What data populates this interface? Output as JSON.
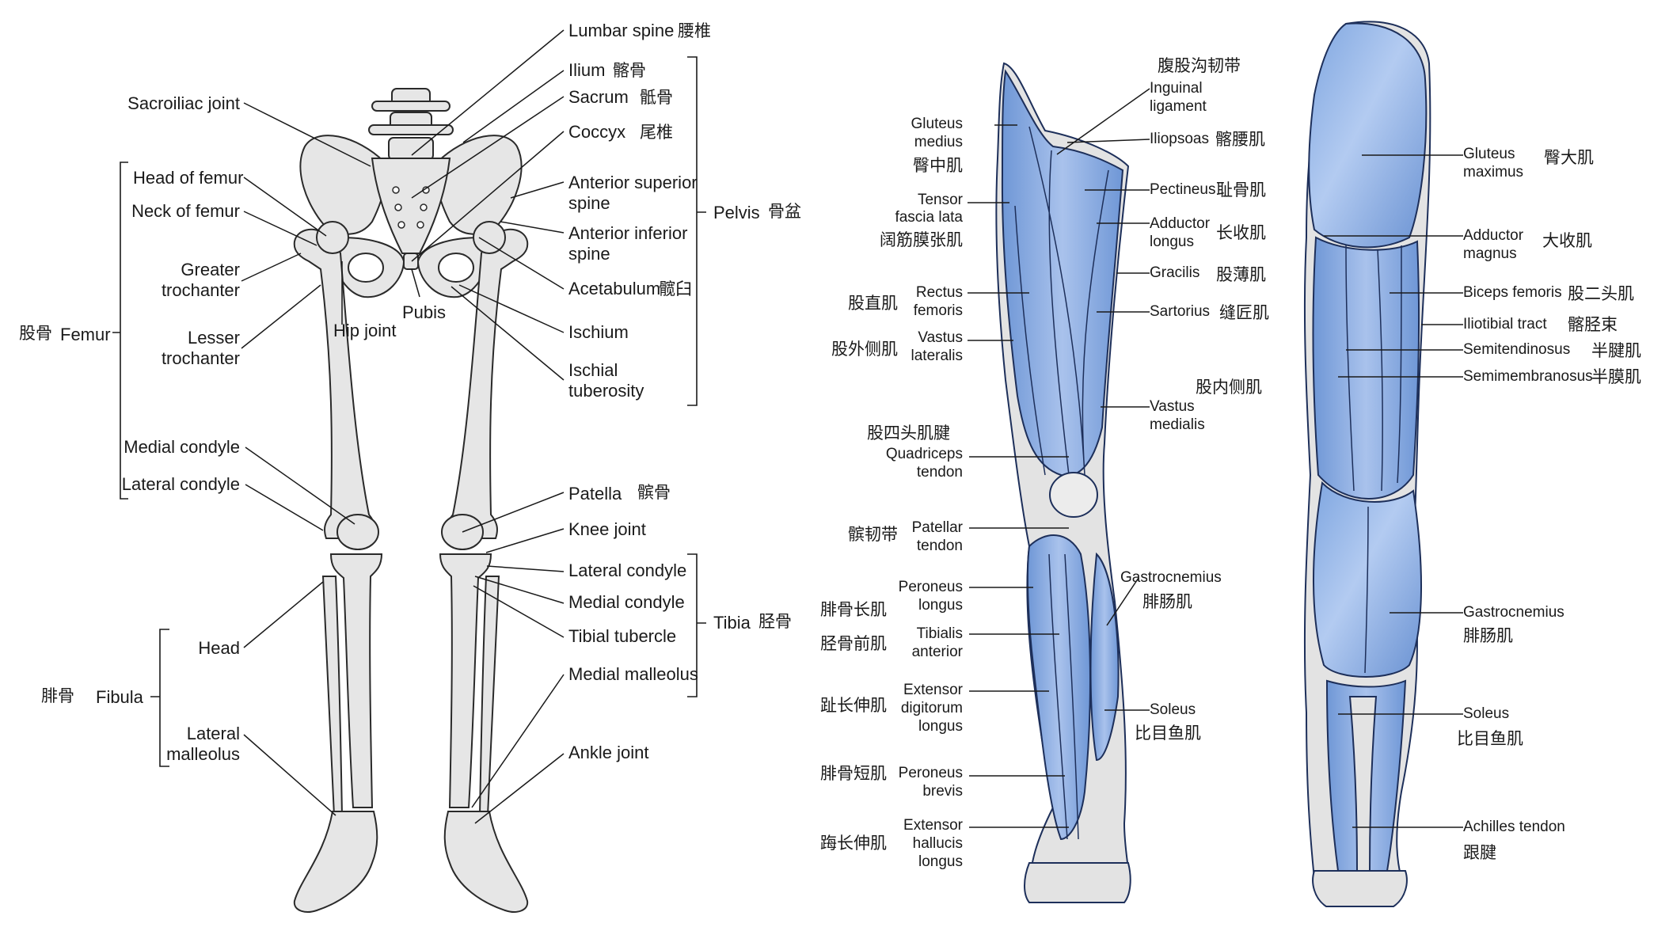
{
  "colors": {
    "bone_fill": "#e6e6e6",
    "bone_stroke": "#2a2a2a",
    "muscle_fill": "#7fa6e0",
    "muscle_highlight": "#b9cdf0",
    "muscle_stroke": "#1d2f5a",
    "tendon_fill": "#e3e3e3",
    "leader_line": "#1a1a1a"
  },
  "skeleton": {
    "left": {
      "sacroiliac_joint": "Sacroiliac joint",
      "head_of_femur": "Head of femur",
      "neck_of_femur": "Neck of femur",
      "greater_trochanter": [
        "Greater",
        "trochanter"
      ],
      "lesser_trochanter": [
        "Lesser",
        "trochanter"
      ],
      "hip_joint": "Hip joint",
      "pubis": "Pubis",
      "femur_zh": "股骨",
      "femur": "Femur",
      "medial_condyle": "Medial condyle",
      "lateral_condyle": "Lateral condyle",
      "head": "Head",
      "fibula_zh": "腓骨",
      "fibula": "Fibula",
      "lateral_malleolus": [
        "Lateral",
        "malleolus"
      ]
    },
    "right": {
      "lumbar_spine": "Lumbar spine",
      "lumbar_spine_zh": "腰椎",
      "ilium": "Ilium",
      "ilium_zh": "髂骨",
      "sacrum": "Sacrum",
      "sacrum_zh": "骶骨",
      "coccyx": "Coccyx",
      "coccyx_zh": "尾椎",
      "asis": [
        "Anterior superior",
        "spine"
      ],
      "aiis": [
        "Anterior inferior",
        "spine"
      ],
      "acetabulum": "Acetabulum",
      "acetabulum_zh": "髋臼",
      "ischium": "Ischium",
      "ischial_tuberosity": [
        "Ischial",
        "tuberosity"
      ],
      "pelvis": "Pelvis",
      "pelvis_zh": "骨盆",
      "patella": "Patella",
      "patella_zh": "髌骨",
      "knee_joint": "Knee joint",
      "lateral_condyle": "Lateral condyle",
      "medial_condyle": "Medial condyle",
      "tibial_tubercle": "Tibial tubercle",
      "medial_malleolus": "Medial malleolus",
      "tibia": "Tibia",
      "tibia_zh": "胫骨",
      "ankle_joint": "Ankle joint"
    }
  },
  "anterior_muscles": {
    "left": {
      "gluteus_medius": [
        "Gluteus",
        "medius"
      ],
      "gluteus_medius_zh": "臀中肌",
      "tfl": [
        "Tensor",
        "fascia lata"
      ],
      "tfl_zh": "阔筋膜张肌",
      "rectus_femoris_zh": "股直肌",
      "rectus_femoris": [
        "Rectus",
        "femoris"
      ],
      "vastus_lateralis_zh": "股外侧肌",
      "vastus_lateralis": [
        "Vastus",
        "lateralis"
      ],
      "quad_tendon_zh": "股四头肌腱",
      "quad_tendon": [
        "Quadriceps",
        "tendon"
      ],
      "patellar_ligament_zh": "髌韧带",
      "patellar_tendon": [
        "Patellar",
        "tendon"
      ],
      "peroneus_longus_zh": "腓骨长肌",
      "peroneus_longus": [
        "Peroneus",
        "longus"
      ],
      "tibialis_anterior_zh": "胫骨前肌",
      "tibialis_anterior": [
        "Tibialis",
        "anterior"
      ],
      "edl_zh": "趾长伸肌",
      "edl": [
        "Extensor",
        "digitorum",
        "longus"
      ],
      "peroneus_brevis_zh": "腓骨短肌",
      "peroneus_brevis": [
        "Peroneus",
        "brevis"
      ],
      "ehl_zh": "踇长伸肌",
      "ehl": [
        "Extensor",
        "hallucis",
        "longus"
      ]
    },
    "right": {
      "inguinal_zh": "腹股沟韧带",
      "inguinal": [
        "Inguinal",
        "ligament"
      ],
      "iliopsoas": "Iliopsoas",
      "iliopsoas_zh": "髂腰肌",
      "pectineus": "Pectineus",
      "pectineus_zh": "耻骨肌",
      "adductor_longus": [
        "Adductor",
        "longus"
      ],
      "adductor_longus_zh": "长收肌",
      "gracilis": "Gracilis",
      "gracilis_zh": "股薄肌",
      "sartorius": "Sartorius",
      "sartorius_zh": "缝匠肌",
      "vastus_medialis_zh": "股内侧肌",
      "vastus_medialis": [
        "Vastus",
        "medialis"
      ],
      "gastrocnemius": "Gastrocnemius",
      "gastrocnemius_zh": "腓肠肌",
      "soleus": "Soleus",
      "soleus_zh": "比目鱼肌"
    }
  },
  "posterior_muscles": {
    "gluteus_maximus": [
      "Gluteus",
      "maximus"
    ],
    "gluteus_maximus_zh": "臀大肌",
    "adductor_magnus": [
      "Adductor",
      "magnus"
    ],
    "adductor_magnus_zh": "大收肌",
    "biceps_femoris": "Biceps femoris",
    "biceps_femoris_zh": "股二头肌",
    "iliotibial_tract": "Iliotibial tract",
    "iliotibial_tract_zh": "髂胫束",
    "semitendinosus": "Semitendinosus",
    "semitendinosus_zh": "半腱肌",
    "semimembranosus": "Semimembranosus",
    "semimembranosus_zh": "半膜肌",
    "gastrocnemius": "Gastrocnemius",
    "gastrocnemius_zh": "腓肠肌",
    "soleus": "Soleus",
    "soleus_zh": "比目鱼肌",
    "achilles": "Achilles tendon",
    "achilles_zh": "跟腱"
  }
}
